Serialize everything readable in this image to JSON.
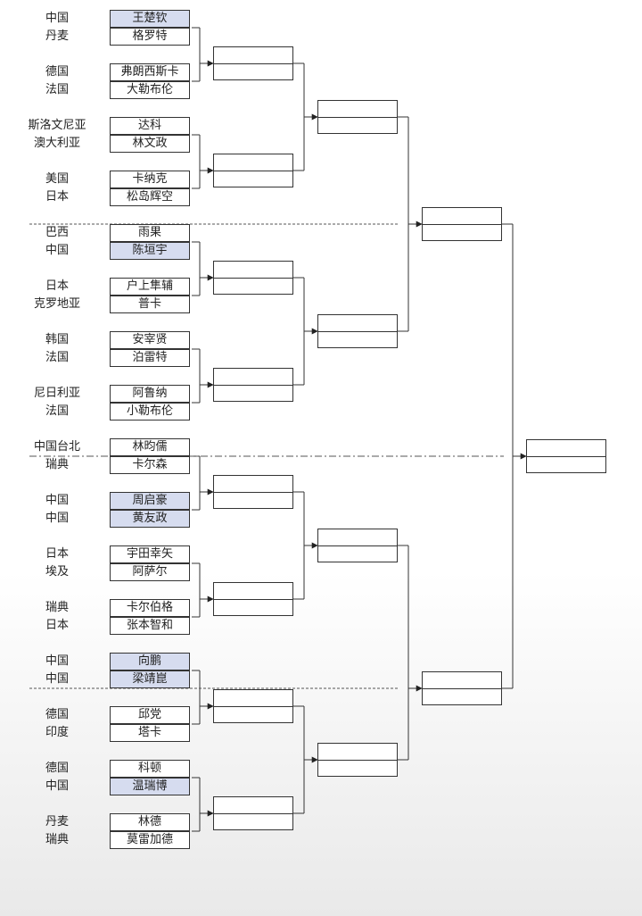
{
  "bracket": {
    "round1": [
      {
        "country": "中国",
        "player": "王楚钦",
        "china": true
      },
      {
        "country": "丹麦",
        "player": "格罗特",
        "china": false
      },
      {
        "country": "德国",
        "player": "弗朗西斯卡",
        "china": false
      },
      {
        "country": "法国",
        "player": "大勒布伦",
        "china": false
      },
      {
        "country": "斯洛文尼亚",
        "player": "达科",
        "china": false
      },
      {
        "country": "澳大利亚",
        "player": "林文政",
        "china": false
      },
      {
        "country": "美国",
        "player": "卡纳克",
        "china": false
      },
      {
        "country": "日本",
        "player": "松岛辉空",
        "china": false
      },
      {
        "country": "巴西",
        "player": "雨果",
        "china": false
      },
      {
        "country": "中国",
        "player": "陈垣宇",
        "china": true
      },
      {
        "country": "日本",
        "player": "户上隼辅",
        "china": false
      },
      {
        "country": "克罗地亚",
        "player": "普卡",
        "china": false
      },
      {
        "country": "韩国",
        "player": "安宰贤",
        "china": false
      },
      {
        "country": "法国",
        "player": "泊雷特",
        "china": false
      },
      {
        "country": "尼日利亚",
        "player": "阿鲁纳",
        "china": false
      },
      {
        "country": "法国",
        "player": "小勒布伦",
        "china": false
      },
      {
        "country": "中国台北",
        "player": "林昀儒",
        "china": false
      },
      {
        "country": "瑞典",
        "player": "卡尔森",
        "china": false
      },
      {
        "country": "中国",
        "player": "周启豪",
        "china": true
      },
      {
        "country": "中国",
        "player": "黄友政",
        "china": true
      },
      {
        "country": "日本",
        "player": "宇田幸矢",
        "china": false
      },
      {
        "country": "埃及",
        "player": "阿萨尔",
        "china": false
      },
      {
        "country": "瑞典",
        "player": "卡尔伯格",
        "china": false
      },
      {
        "country": "日本",
        "player": "张本智和",
        "china": false
      },
      {
        "country": "中国",
        "player": "向鹏",
        "china": true
      },
      {
        "country": "中国",
        "player": "梁靖崑",
        "china": true
      },
      {
        "country": "德国",
        "player": "邱党",
        "china": false
      },
      {
        "country": "印度",
        "player": "塔卡",
        "china": false
      },
      {
        "country": "德国",
        "player": "科顿",
        "china": false
      },
      {
        "country": "中国",
        "player": "温瑞博",
        "china": true
      },
      {
        "country": "丹麦",
        "player": "林德",
        "china": false
      },
      {
        "country": "瑞典",
        "player": "莫雷加德",
        "china": false
      }
    ],
    "colors": {
      "china_highlight": "#d6dcef",
      "line": "#333333",
      "divider": "#555555"
    }
  }
}
